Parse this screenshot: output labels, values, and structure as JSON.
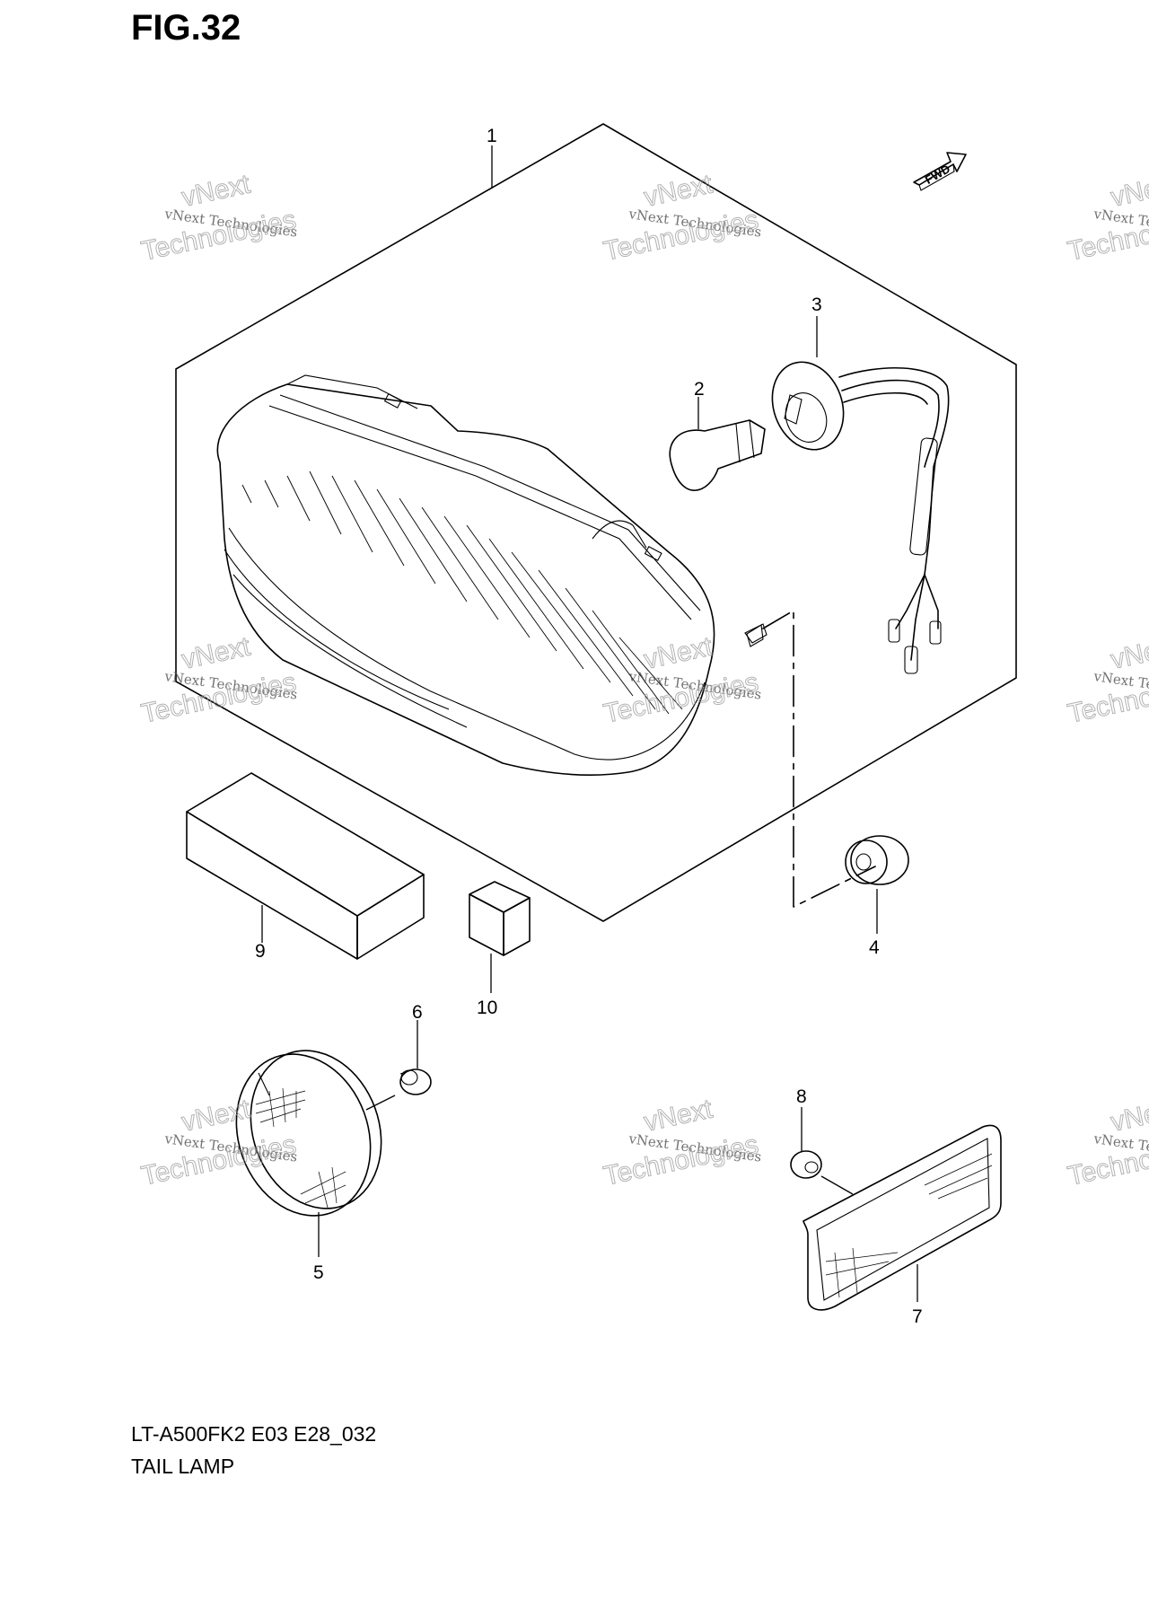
{
  "figure": {
    "title": "FIG.32",
    "model_code": "LT-A500FK2 E03 E28_032",
    "section_name": "TAIL LAMP",
    "fwd_label": "FWD"
  },
  "parts": [
    {
      "ref": "1",
      "part": "tail-lamp-assembly"
    },
    {
      "ref": "2",
      "part": "bulb"
    },
    {
      "ref": "3",
      "part": "socket-harness"
    },
    {
      "ref": "4",
      "part": "grommet"
    },
    {
      "ref": "5",
      "part": "round-reflector"
    },
    {
      "ref": "6",
      "part": "nut"
    },
    {
      "ref": "7",
      "part": "rectangular-reflector"
    },
    {
      "ref": "8",
      "part": "nut"
    },
    {
      "ref": "9",
      "part": "cushion-large"
    },
    {
      "ref": "10",
      "part": "cushion-small"
    }
  ],
  "watermark": {
    "company": "vNext Technologies",
    "brand_line1": "vNext",
    "brand_line2": "Technologies"
  }
}
